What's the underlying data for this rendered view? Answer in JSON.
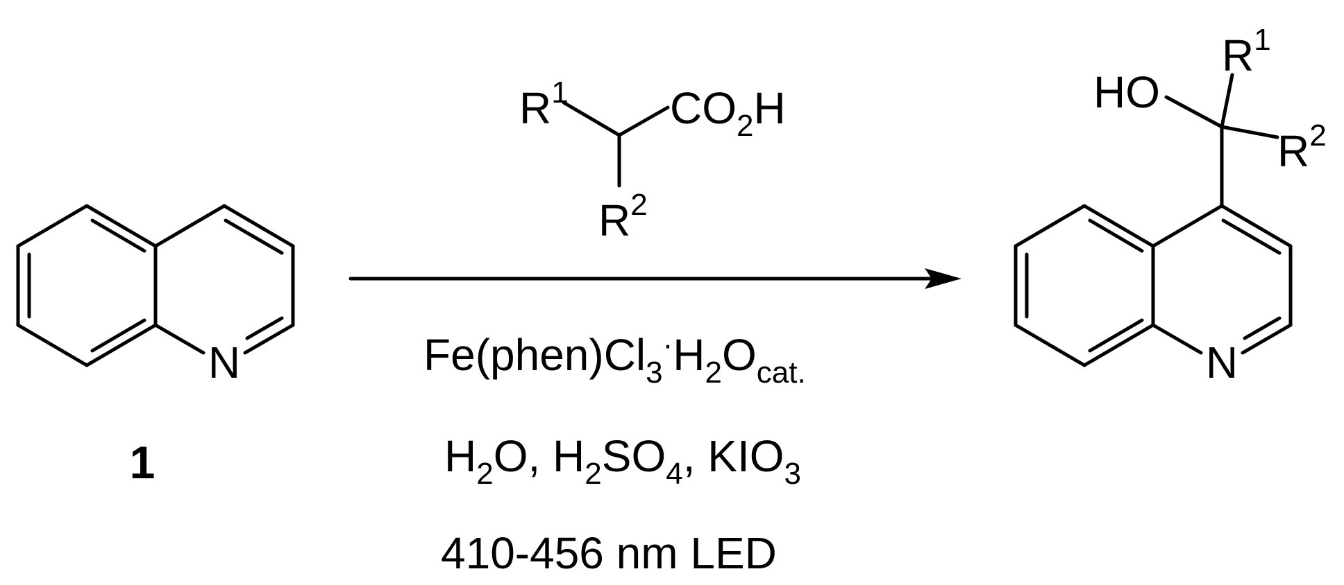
{
  "starting_material": {
    "n_label": "N",
    "compound_number": "1"
  },
  "acid_reagent": {
    "r1": "R",
    "r1_sup": "1",
    "co": "CO",
    "co_sub": "2",
    "h": "H",
    "r2": "R",
    "r2_sup": "2"
  },
  "conditions": {
    "line1": {
      "a": "Fe(phen)Cl",
      "a_sub": "3",
      "dot": "·",
      "b": "H",
      "b_sub": "2",
      "c": "O",
      "c_sub": "cat."
    },
    "line2": {
      "a": "H",
      "a_sub": "2",
      "b": "O, H",
      "b_sub": "2",
      "c": "SO",
      "c_sub": "4",
      "d": ", KIO",
      "d_sub": "3"
    },
    "line3": "410-456 nm LED"
  },
  "product": {
    "ho_label": "HO",
    "r1": "R",
    "r1_sup": "1",
    "r2": "R",
    "r2_sup": "2",
    "n_label": "N"
  },
  "colors": {
    "ink": "#000000",
    "background": "#ffffff"
  }
}
